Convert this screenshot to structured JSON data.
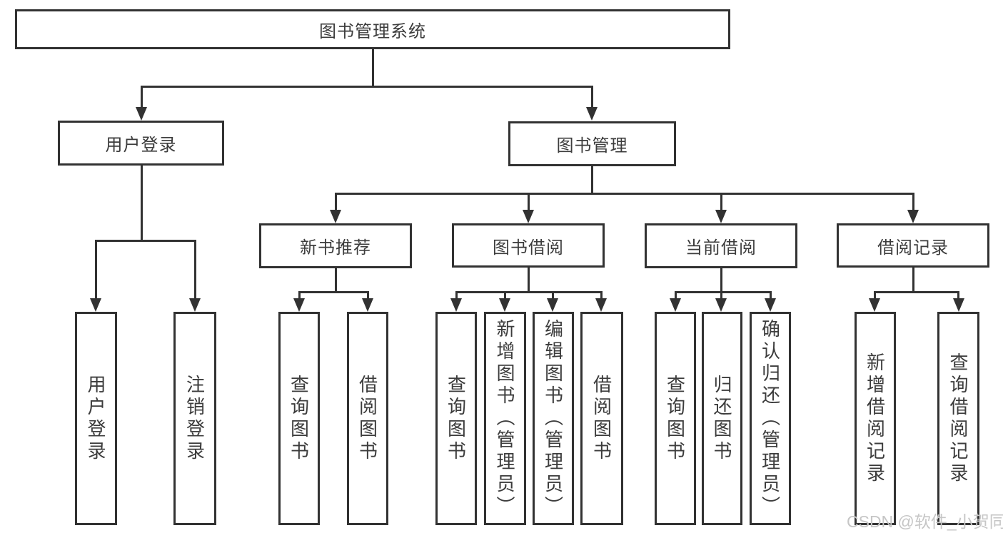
{
  "nodes": {
    "root": "图书管理系统",
    "l2": [
      "用户登录",
      "图书管理"
    ],
    "l3": [
      "新书推荐",
      "图书借阅",
      "当前借阅",
      "借阅记录"
    ],
    "leaves": [
      "用户登录",
      "注销登录",
      "查询图书",
      "借阅图书",
      "查询图书",
      "新增图书（管理员）",
      "编辑图书（管理员）",
      "借阅图书",
      "查询图书",
      "归还图书",
      "确认归还（管理员）",
      "新增借阅记录",
      "查询借阅记录"
    ]
  },
  "watermark": "CSDN @软件_小贺同学",
  "colors": {
    "line": "#323232",
    "text": "#3c3c3c",
    "watermark": "#c6c6c6",
    "background": "#ffffff"
  }
}
